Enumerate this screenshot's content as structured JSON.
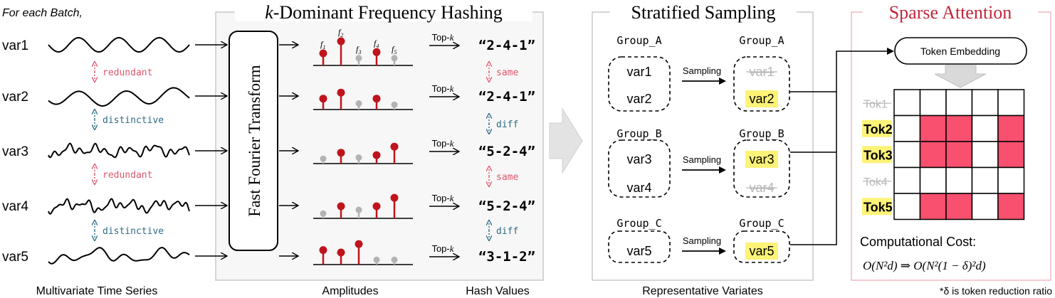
{
  "header_note": "For each Batch,",
  "variables": [
    "var1",
    "var2",
    "var3",
    "var4",
    "var5"
  ],
  "relations": [
    "redundant",
    "distinctive",
    "redundant",
    "distinctive"
  ],
  "fft_label": "Fast Fourier Transform",
  "section_titles": {
    "hashing_k": "k",
    "hashing_rest": "-Dominant Frequency Hashing",
    "stratified": "Stratified Sampling",
    "sparse": "Sparse Attention"
  },
  "freq_labels": [
    "f1",
    "f2",
    "f3",
    "f4",
    "f5"
  ],
  "spectra": [
    {
      "amplitudes": [
        0.5,
        1.0,
        0.3,
        0.55,
        0.3
      ],
      "top": [
        true,
        true,
        false,
        true,
        false
      ]
    },
    {
      "amplitudes": [
        0.45,
        0.7,
        0.25,
        0.45,
        0.2
      ],
      "top": [
        true,
        true,
        false,
        true,
        false
      ]
    },
    {
      "amplitudes": [
        0.2,
        0.45,
        0.25,
        0.35,
        0.7
      ],
      "top": [
        false,
        true,
        false,
        true,
        true
      ]
    },
    {
      "amplitudes": [
        0.2,
        0.5,
        0.35,
        0.5,
        0.85
      ],
      "top": [
        false,
        true,
        false,
        true,
        true
      ]
    },
    {
      "amplitudes": [
        0.6,
        0.5,
        0.85,
        0.2,
        0.2
      ],
      "top": [
        true,
        true,
        true,
        false,
        false
      ]
    }
  ],
  "topk_label": "Top-k",
  "hash_values": [
    "“2-4-1”",
    "“2-4-1”",
    "“5-2-4”",
    "“5-2-4”",
    "“3-1-2”"
  ],
  "hash_relations": [
    "same",
    "diff",
    "same",
    "diff"
  ],
  "groups": [
    {
      "name": "Group_A",
      "members": [
        "var1",
        "var2"
      ],
      "selected": [
        "var2"
      ]
    },
    {
      "name": "Group_B",
      "members": [
        "var3",
        "var4"
      ],
      "selected": [
        "var3"
      ]
    },
    {
      "name": "Group_C",
      "members": [
        "var5"
      ],
      "selected": [
        "var5"
      ]
    }
  ],
  "sampling_label": "Sampling",
  "token_embedding": "Token Embedding",
  "tokens": [
    {
      "label": "Tok1",
      "active": false
    },
    {
      "label": "Tok2",
      "active": true
    },
    {
      "label": "Tok3",
      "active": true
    },
    {
      "label": "Tok4",
      "active": false
    },
    {
      "label": "Tok5",
      "active": true
    }
  ],
  "computational_cost_label": "Computational Cost:",
  "cost_formula": "O(N²d) ⇒ O(N²(1 − δ)²d)",
  "footnote": "*δ is token reduction ratio",
  "bottom_labels": {
    "multivariate": "Multivariate Time Series",
    "amplitudes": "Amplitudes",
    "hash_values": "Hash Values",
    "representative": "Representative Variates"
  },
  "colors": {
    "accent_red": "#c0141c",
    "relation_red": "#e0566d",
    "relation_blue": "#2e6c85",
    "highlight": "#fdf377",
    "grid_pink": "#f8506e",
    "gray_stem": "#b3b3b3",
    "title_red": "#c0283c",
    "panel_border": "#c8c8c8",
    "sparse_border": "#f2b8c2"
  }
}
